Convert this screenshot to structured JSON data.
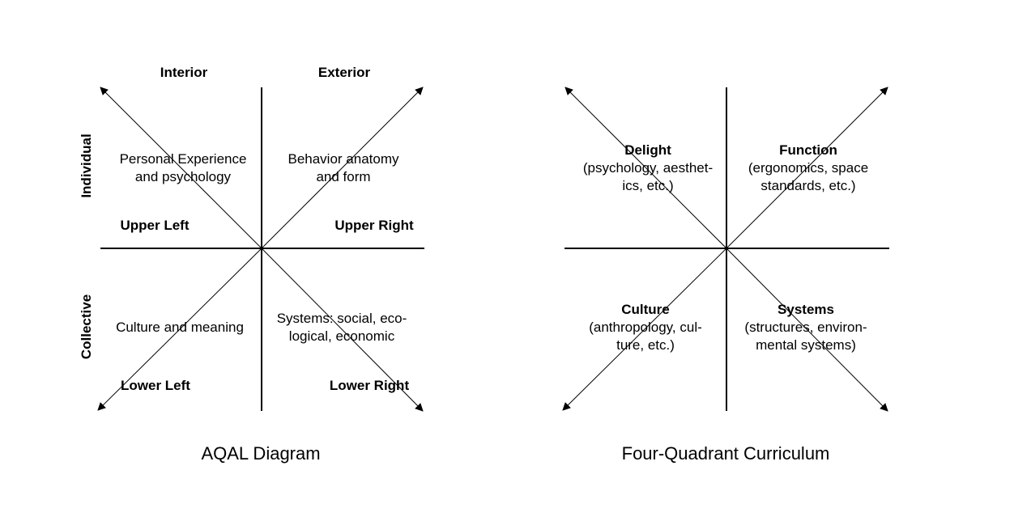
{
  "aqal": {
    "caption": "AQAL Diagram",
    "col_left": "Interior",
    "col_right": "Exterior",
    "row_top": "Individual",
    "row_bottom": "Collective",
    "ul_text_1": "Personal Experience",
    "ul_text_2": "and psychology",
    "ur_text_1": "Behavior anatomy",
    "ur_text_2": "and form",
    "ll_text": "Culture and meaning",
    "lr_text_1": "Systems: social, eco-",
    "lr_text_2": "logical, economic",
    "ul_label": "Upper Left",
    "ur_label": "Upper Right",
    "ll_label": "Lower Left",
    "lr_label": "Lower Right"
  },
  "curriculum": {
    "caption": "Four-Quadrant Curriculum",
    "ul_title": "Delight",
    "ul_text_1": "(psychology, aesthet-",
    "ul_text_2": "ics, etc.)",
    "ur_title": "Function",
    "ur_text_1": "(ergonomics, space",
    "ur_text_2": "standards, etc.)",
    "ll_title": "Culture",
    "ll_text_1": "(anthropology, cul-",
    "ll_text_2": "ture, etc.)",
    "lr_title": "Systems",
    "lr_text_1": "(structures, environ-",
    "lr_text_2": "mental systems)"
  },
  "colors": {
    "stroke": "#000000",
    "background": "#ffffff"
  }
}
